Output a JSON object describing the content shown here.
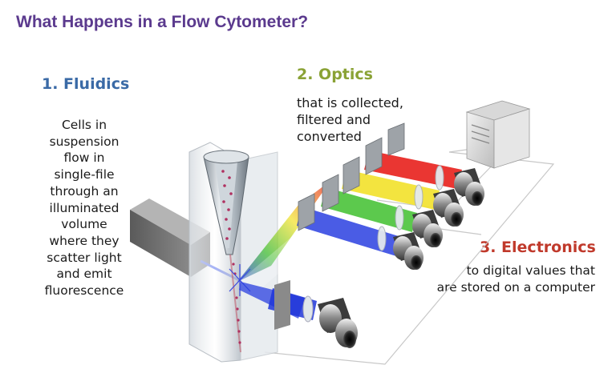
{
  "title": "What Happens in a Flow Cytometer?",
  "sections": {
    "fluidics": {
      "heading": "1. Fluidics",
      "lines": [
        "Cells in",
        "suspension",
        "flow in",
        "single-file",
        "through an",
        "illuminated",
        "volume",
        "where they",
        "scatter light",
        "and emit",
        "fluorescence"
      ]
    },
    "optics": {
      "heading": "2. Optics",
      "lines": [
        "that is collected,",
        "filtered and",
        "converted"
      ]
    },
    "electronics": {
      "heading": "3. Electronics",
      "lines": [
        "to digital values that",
        "are stored on a computer"
      ]
    }
  },
  "colors": {
    "title": "#5b3a8e",
    "fluidics": "#3a6aa6",
    "optics": "#8aa235",
    "electronics": "#c0392b",
    "beam_red": "#e8201c",
    "beam_yellow": "#f2e12a",
    "beam_green": "#3fbf2e",
    "beam_blue": "#2a3fe0"
  },
  "icons": [
    "laser-source",
    "flow-cell-nozzle",
    "dichroic-mirror",
    "lens",
    "photodetector",
    "computer-tower"
  ]
}
